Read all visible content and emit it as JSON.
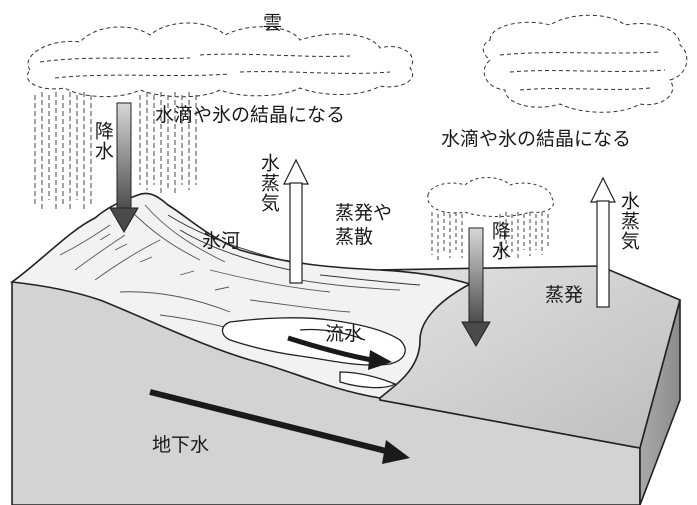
{
  "labels": {
    "cloud": "雲",
    "droplets_left": "水滴や氷の結晶になる",
    "droplets_right": "水滴や氷の結晶になる",
    "precip_left": "降水",
    "vapor_left": "水蒸気",
    "evap_transp": "蒸発や\n蒸散",
    "glacier": "氷河",
    "precip_right": "降水",
    "vapor_right": "水蒸気",
    "evap_right": "蒸発",
    "runoff": "流水",
    "groundwater": "地下水"
  }
}
